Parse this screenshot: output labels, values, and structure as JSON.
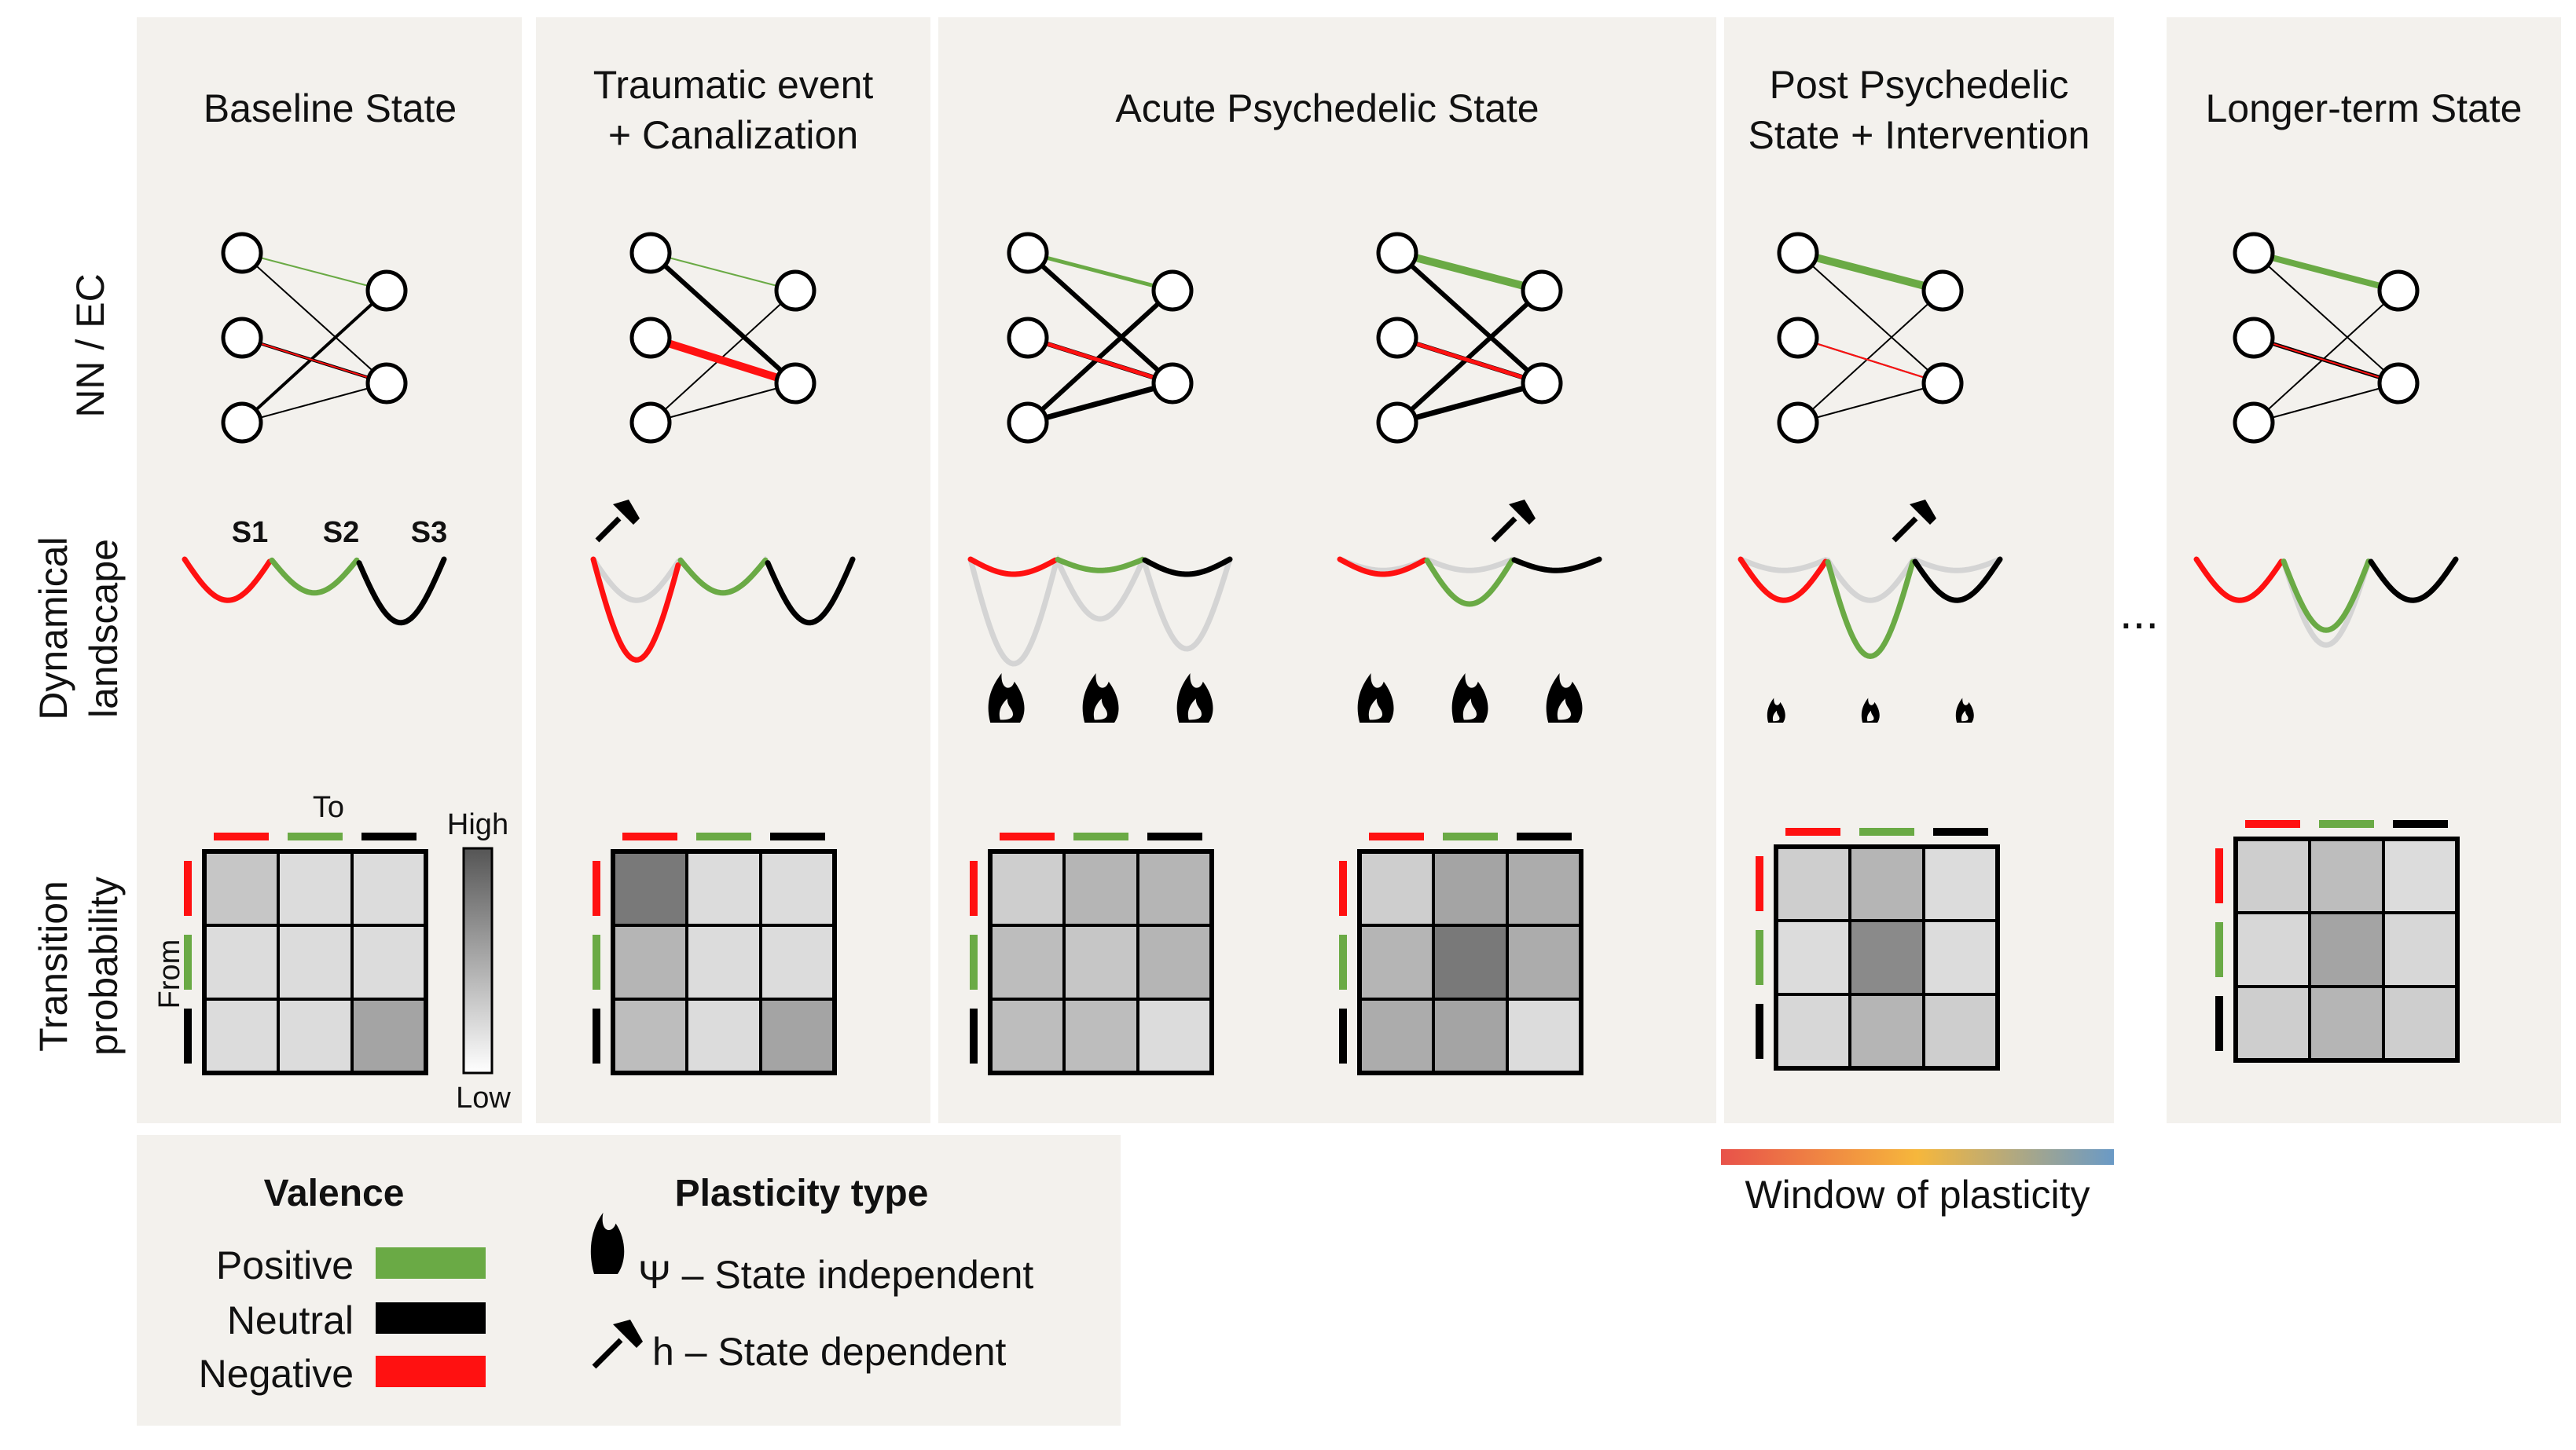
{
  "panels": [
    {
      "title": [
        "Baseline State"
      ]
    },
    {
      "title": [
        "Traumatic event",
        "+ Canalization"
      ]
    },
    {
      "title": [
        "Acute Psychedelic State"
      ]
    },
    {
      "title": [
        "Post Psychedelic",
        "State + Intervention"
      ]
    },
    {
      "title": [
        "Longer-term State"
      ]
    }
  ],
  "row_labels": {
    "network": [
      "NN / EC"
    ],
    "landscape": [
      "Dynamical",
      "landscape"
    ],
    "transition": [
      "Transition",
      "probability"
    ]
  },
  "state_labels": [
    "S1",
    "S2",
    "S3"
  ],
  "matrix_labels": {
    "to": "To",
    "from": "From",
    "high": "High",
    "low": "Low"
  },
  "ellipsis": "...",
  "legend": {
    "valence_title": "Valence",
    "valence_items": [
      {
        "label": "Positive",
        "color": "#6aaa45"
      },
      {
        "label": "Neutral",
        "color": "#000000"
      },
      {
        "label": "Negative",
        "color": "#ff1111"
      }
    ],
    "plasticity_title": "Plasticity type",
    "plasticity_items": [
      {
        "icon": "flame-icon",
        "label": "Ψ – State independent"
      },
      {
        "icon": "hammer-icon",
        "label": "h – State dependent"
      }
    ]
  },
  "window_label": "Window of plasticity",
  "colors": {
    "positive": "#6aaa45",
    "neutral": "#000000",
    "negative": "#ff1111",
    "panel_bg": "#f3f1ed",
    "window_gradient": [
      "#e8524a",
      "#f6b73c",
      "#6a9ac6"
    ]
  },
  "columns": [
    {
      "edges": {
        "pos": 2,
        "neg": 2,
        "other": [
          2,
          4,
          4,
          2
        ]
      },
      "landscape": {
        "depths": [
          0.55,
          0.45,
          0.85
        ],
        "ghost": null,
        "hammer": null,
        "flames": 0
      },
      "matrix": [
        [
          0.25,
          0.12,
          0.12
        ],
        [
          0.12,
          0.12,
          0.12
        ],
        [
          0.12,
          0.12,
          0.45
        ]
      ]
    },
    {
      "edges": {
        "pos": 2,
        "neg": 10,
        "other": [
          6,
          5,
          2,
          2
        ]
      },
      "landscape": {
        "depths": [
          1.35,
          0.45,
          0.85
        ],
        "ghost": [
          0.55,
          0.45,
          0.85
        ],
        "hammer": 0,
        "flames": 0
      },
      "matrix": [
        [
          0.7,
          0.12,
          0.12
        ],
        [
          0.35,
          0.12,
          0.12
        ],
        [
          0.3,
          0.12,
          0.45
        ]
      ]
    },
    {
      "edges": {
        "pos": 5,
        "neg": 5,
        "other": [
          6,
          6,
          6,
          7
        ]
      },
      "landscape": {
        "depths": [
          0.2,
          0.15,
          0.2
        ],
        "ghost": [
          1.4,
          0.8,
          1.2
        ],
        "hammer": null,
        "flames": 1
      },
      "matrix": [
        [
          0.2,
          0.35,
          0.35
        ],
        [
          0.3,
          0.25,
          0.35
        ],
        [
          0.3,
          0.3,
          0.12
        ]
      ]
    },
    {
      "edges": {
        "pos": 10,
        "neg": 5,
        "other": [
          6,
          6,
          6,
          7
        ]
      },
      "landscape": {
        "depths": [
          0.2,
          0.6,
          0.15
        ],
        "ghost": [
          0.15,
          0.15,
          0.15
        ],
        "hammer": 1,
        "flames": 1
      },
      "matrix": [
        [
          0.2,
          0.45,
          0.4
        ],
        [
          0.35,
          0.7,
          0.4
        ],
        [
          0.4,
          0.45,
          0.12
        ]
      ]
    },
    {
      "edges": {
        "pos": 10,
        "neg": 2,
        "other": [
          2,
          2,
          2,
          2
        ]
      },
      "landscape": {
        "depths": [
          0.55,
          1.3,
          0.55
        ],
        "ghost": [
          0.15,
          0.55,
          0.15
        ],
        "hammer": 1,
        "flames": 2
      },
      "matrix": [
        [
          0.2,
          0.35,
          0.12
        ],
        [
          0.12,
          0.6,
          0.12
        ],
        [
          0.15,
          0.35,
          0.2
        ]
      ]
    },
    {
      "edges": {
        "pos": 8,
        "neg": 2,
        "other": [
          2,
          5,
          2,
          2
        ]
      },
      "landscape": {
        "depths": [
          0.55,
          0.95,
          0.55
        ],
        "ghost": [
          0.55,
          1.15,
          0.55
        ],
        "hammer": null,
        "flames": 0
      },
      "matrix": [
        [
          0.2,
          0.3,
          0.12
        ],
        [
          0.15,
          0.45,
          0.15
        ],
        [
          0.2,
          0.35,
          0.2
        ]
      ]
    }
  ]
}
